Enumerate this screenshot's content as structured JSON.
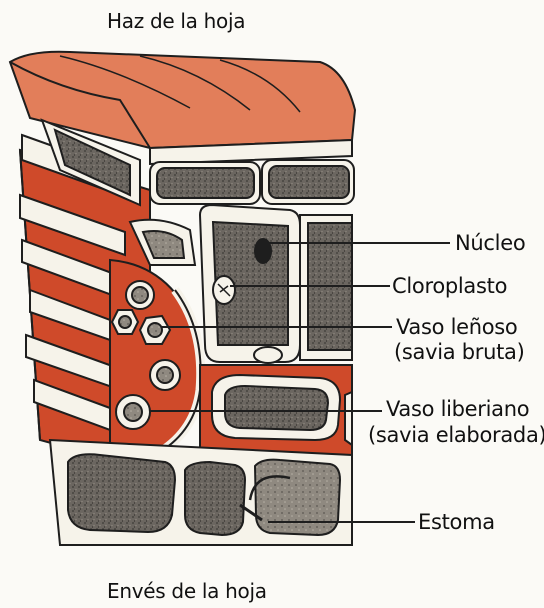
{
  "diagram": {
    "top_caption": "Haz de la hoja",
    "bottom_caption": "Envés de la hoja",
    "labels": {
      "nucleo": "Núcleo",
      "cloroplasto": "Cloroplasto",
      "vaso_lenoso_1": "Vaso leñoso",
      "vaso_lenoso_2": "(savia bruta)",
      "vaso_liberiano_1": "Vaso liberiano",
      "vaso_liberiano_2": "(savia elaborada)",
      "estoma": "Estoma"
    }
  },
  "colors": {
    "epidermis": "#e27e5a",
    "chlorenchyma": "#cf4a2a",
    "cell_wall": "#f6f3ea",
    "cell_interior": "#5a5550",
    "outline": "#1e1e1e"
  }
}
